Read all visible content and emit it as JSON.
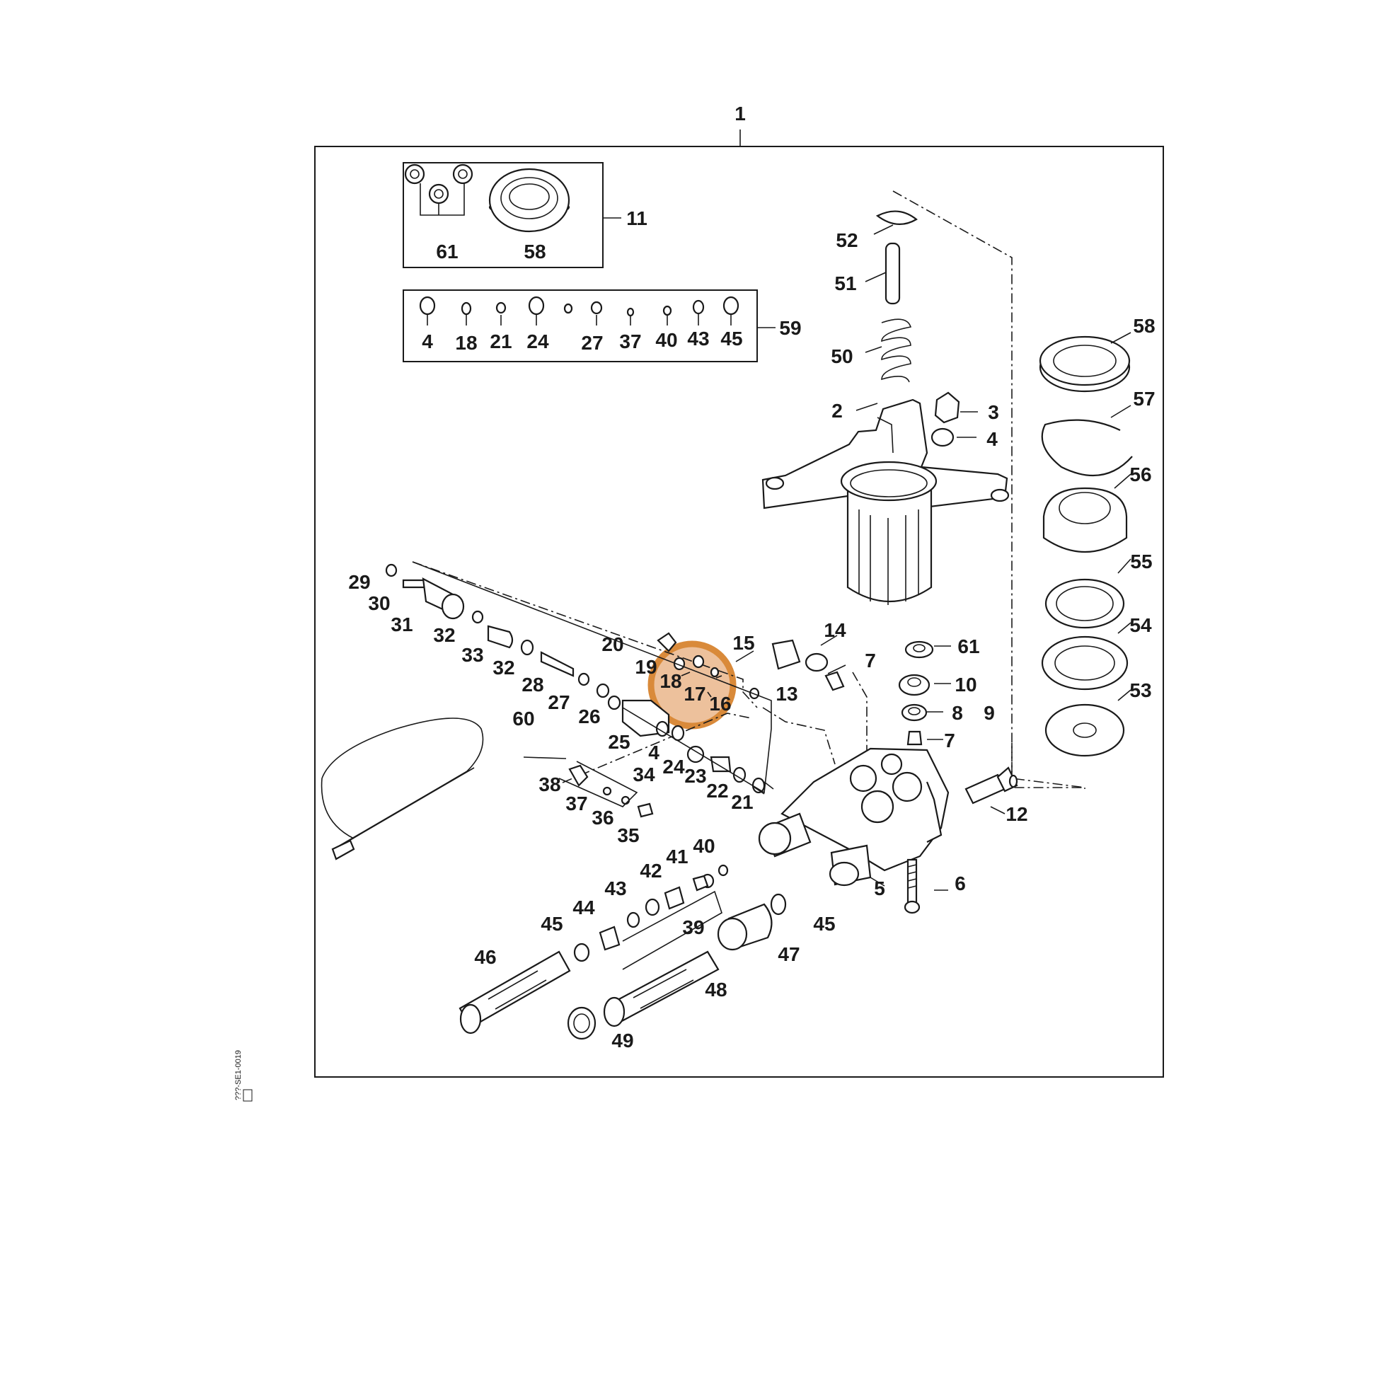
{
  "diagram": {
    "type": "exploded parts diagram",
    "assembly_callout": "1",
    "highlight_color": "#d98a3a",
    "highlighted_callouts": [
      "18",
      "17",
      "16"
    ],
    "seal_kit": {
      "callout": "11",
      "items": [
        "61",
        "58"
      ]
    },
    "oring_kit": {
      "callout": "59",
      "items": [
        "4",
        "18",
        "21",
        "24",
        "27",
        "37",
        "40",
        "43",
        "45"
      ]
    },
    "callouts": [
      "52",
      "51",
      "50",
      "2",
      "3",
      "4",
      "58",
      "57",
      "56",
      "55",
      "54",
      "53",
      "61",
      "10",
      "8",
      "9",
      "7",
      "7",
      "14",
      "13",
      "15",
      "19",
      "18",
      "17",
      "16",
      "20",
      "29",
      "30",
      "31",
      "32",
      "33",
      "32",
      "28",
      "27",
      "26",
      "25",
      "4",
      "34",
      "24",
      "23",
      "22",
      "21",
      "12",
      "60",
      "38",
      "37",
      "36",
      "35",
      "40",
      "41",
      "42",
      "43",
      "44",
      "45",
      "39",
      "47",
      "45",
      "46",
      "48",
      "49",
      "5",
      "6"
    ],
    "document_code": "???-SE1-0019"
  }
}
